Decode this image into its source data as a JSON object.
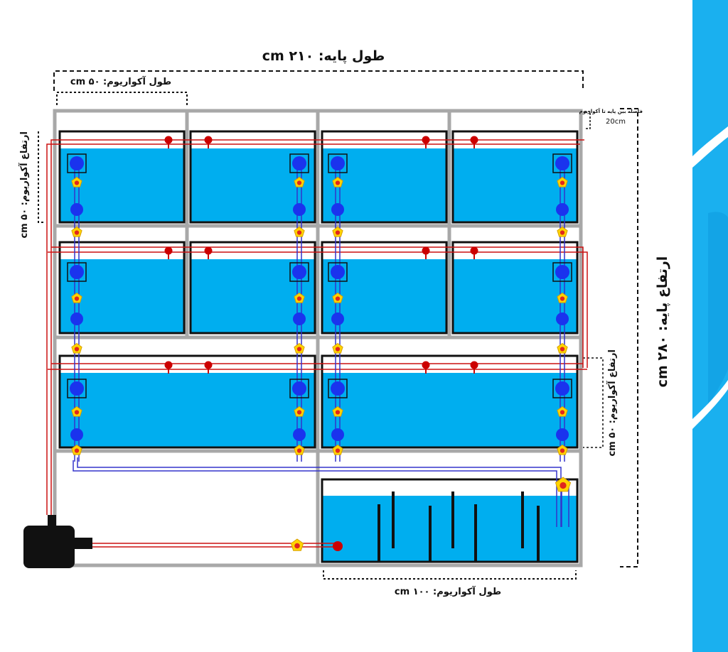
{
  "labels": {
    "base_length": "طول پایه:  ۲۱۰ cm",
    "aquarium_length": "طول آکواریوم: ۵۰ cm",
    "gap_title": "فاصله بین پایه تا آکواریوم",
    "gap_value": "20cm",
    "aquarium_height_left": "ارتفاع آکواریوم: ۵۰ cm",
    "aquarium_height_right": "ارتفاع آکواریوم: ۵۰ cm",
    "base_height": "ارتفاع پایه:  ۲۸۰ cm",
    "sump_length": "طول آکواریوم: ۱۰۰ cm"
  },
  "colors": {
    "frame": "#a8a8a8",
    "water": "#00aeef",
    "tank_border": "#111111",
    "red_pipe": "#cc1111",
    "red_node": "#cc0000",
    "blue_pipe": "#3333cc",
    "blue_node": "#1a33ee",
    "valve_fill": "#ffd400",
    "valve_core": "#e0261e",
    "pump": "#111111",
    "side_accent": "#1ab0ef"
  },
  "icons": {
    "pump": "pump-icon",
    "valve": "valve-icon",
    "intake": "intake-icon",
    "outlet": "outlet-icon",
    "overflow": "overflow-box-icon"
  }
}
